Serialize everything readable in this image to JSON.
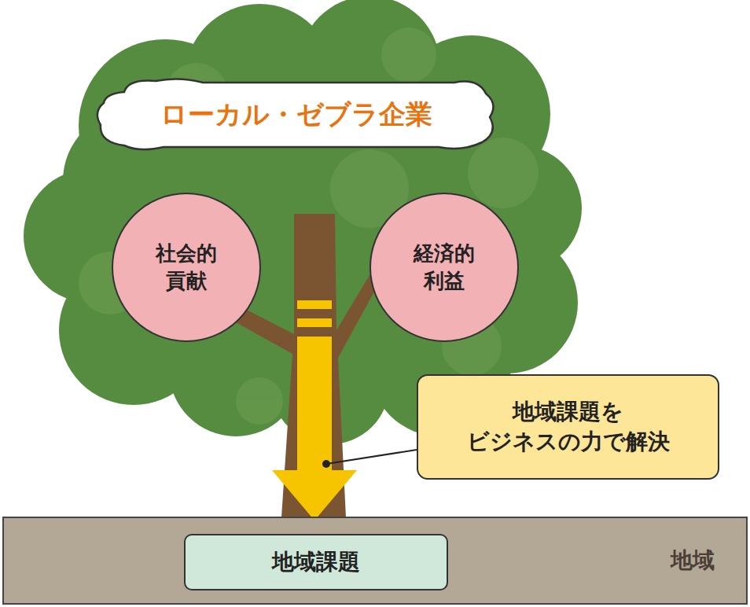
{
  "diagram": {
    "nodes": [
      {
        "text": [
          "ローカル・ゼブラ企業"
        ]
      },
      {
        "text": [
          "社会的 貢献"
        ]
      },
      {
        "text": [
          "経済的 利益"
        ]
      },
      {
        "text": [
          "地域課題を ビジネスの力で解決"
        ]
      },
      {
        "text": [
          "地域"
        ]
      },
      {
        "text": [
          "地域課題"
        ],
        "in": 4
      }
    ]
  }
}
